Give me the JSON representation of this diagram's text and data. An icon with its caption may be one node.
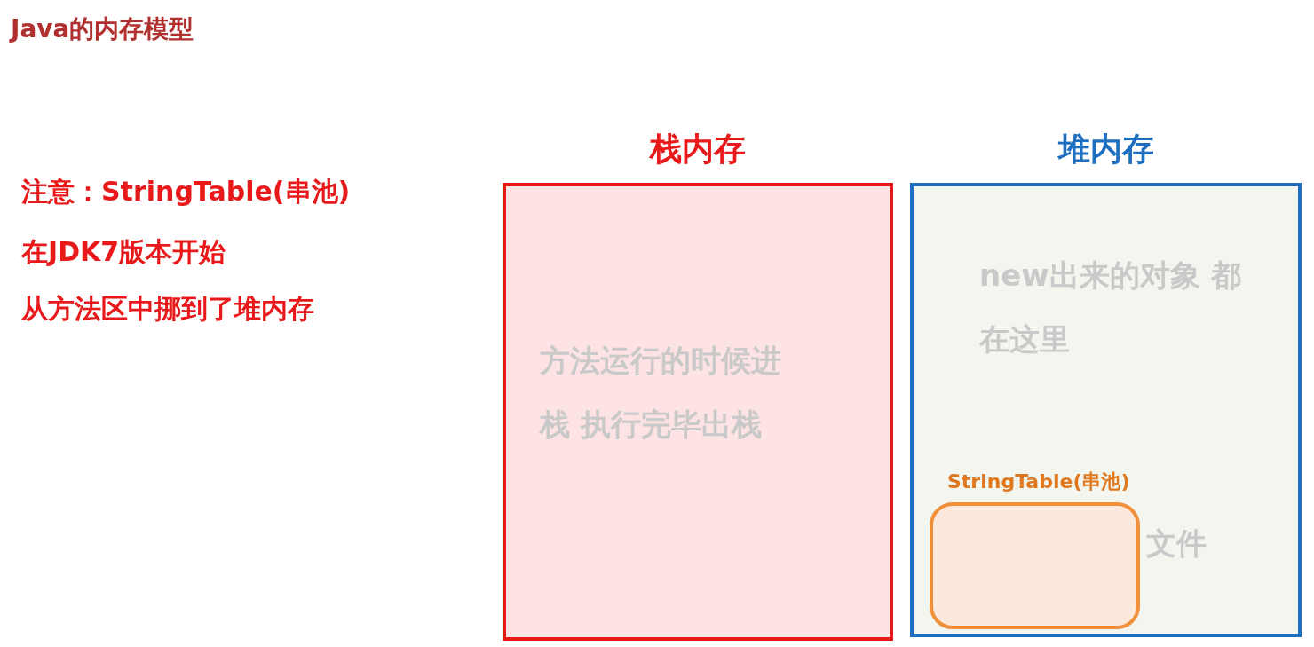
{
  "diagram": {
    "title": "Java的内存模型",
    "nodes": [
      {
        "text": [
          "栈内存",
          "方法运行的时候进栈 执行完毕出栈"
        ]
      },
      {
        "text": [
          "堆内存",
          "new出来的对象 都在这里"
        ]
      },
      {
        "text": [
          "StringTable(串池)"
        ],
        "in": 1
      }
    ],
    "labels": [
      "注意：StringTable(串池)",
      "在JDK7版本开始",
      "从方法区中挪到了堆内存",
      "文件"
    ]
  }
}
